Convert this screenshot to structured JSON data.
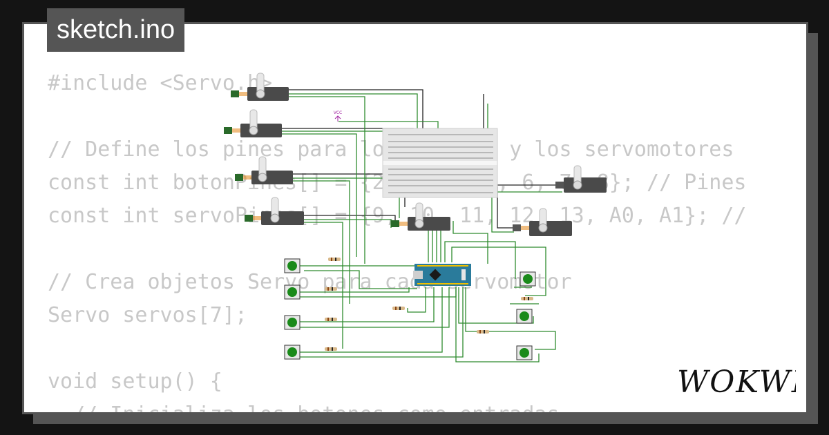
{
  "title": "sketch.ino",
  "code_lines": [
    "#include <Servo.h>",
    "",
    "// Define los pines para los botones y los servomotores",
    "const int botonPines[] = {2, 3, 4, 5, 6, 7, 8}; // Pines",
    "const int servoPines[] = {9, 10, 11, 12, 13, A0, A1}; //",
    "",
    "// Crea objetos Servo para cada servomotor",
    "Servo servos[7];",
    "",
    "void setup() {",
    "  // Inicializa los botones como entradas"
  ],
  "vcc_label": "VCC",
  "brand": "WOKWI",
  "colors": {
    "page_background": "#141414",
    "card_border": "#555555",
    "code_text": "#c8c8c8",
    "wire_green": "#2e8b2e",
    "wire_black": "#222222",
    "button_green": "#1a8a1a",
    "arduino_blue": "#2a7b9b",
    "servo_body": "#4a4a4a"
  }
}
